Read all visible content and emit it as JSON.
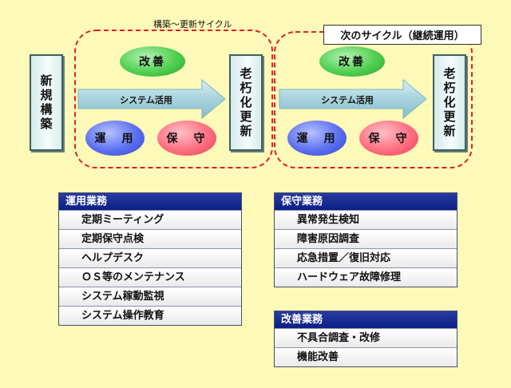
{
  "cycle1": {
    "caption": "構築〜更新サイクル",
    "start_box": "新規構築",
    "arrow_label": "システム活用",
    "ovals": {
      "improve": "改善",
      "operate": "運　用",
      "maintain": "保　守"
    },
    "end_box": "老朽化更新"
  },
  "cycle2": {
    "caption": "次のサイクル（継続運用）",
    "arrow_label": "システム活用",
    "ovals": {
      "improve": "改善",
      "operate": "運　用",
      "maintain": "保　守"
    },
    "end_box": "老朽化更新"
  },
  "panels": {
    "operations": {
      "title": "運用業務",
      "items": [
        "定期ミーティング",
        "定期保守点検",
        "ヘルプデスク",
        "ＯＳ等のメンテナンス",
        "システム稼動監視",
        "システム操作教育"
      ]
    },
    "maintenance": {
      "title": "保守業務",
      "items": [
        "異常発生検知",
        "障害原因調査",
        "応急措置／復旧対応",
        "ハードウェア故障修理"
      ]
    },
    "improvement": {
      "title": "改善業務",
      "items": [
        "不具合調査・改修",
        "機能改善"
      ]
    }
  },
  "colors": {
    "background": "#fdf9b8",
    "dashed_border": "#e0202a",
    "panel_header": "#0b1f86",
    "oval_green": "#4fcf4f",
    "oval_blue": "#5b6ff0",
    "oval_red": "#ff6e80",
    "arrow": "#a7d2de"
  }
}
